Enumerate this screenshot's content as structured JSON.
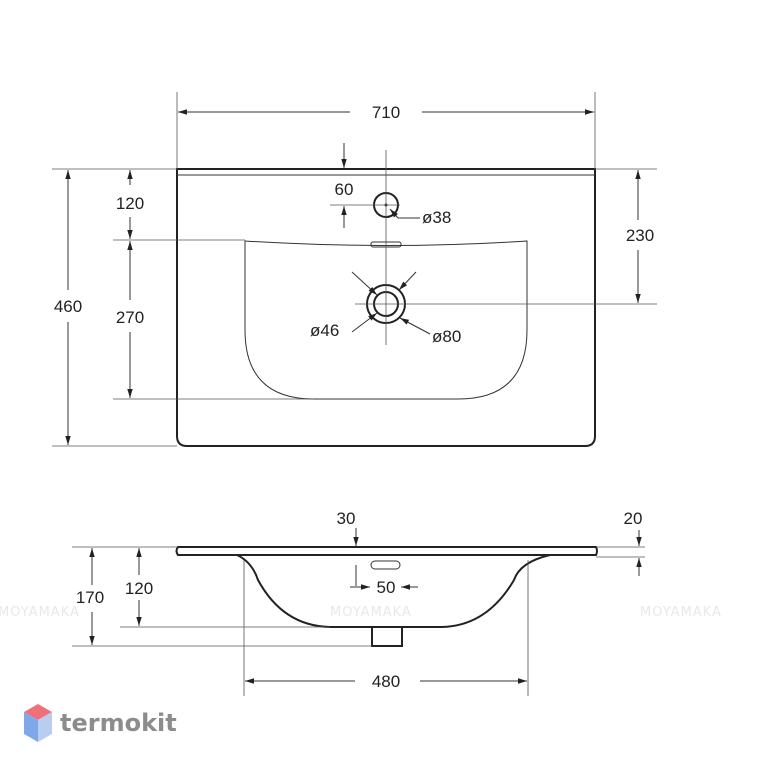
{
  "top_view": {
    "width": "710",
    "depth": "460",
    "edge_to_basin": "120",
    "basin_depth": "270",
    "edge_to_drain": "230",
    "tap_hole_offset": "60",
    "tap_hole_diameter": "ø38",
    "drain_inner_diameter": "ø46",
    "drain_outer_diameter": "ø80"
  },
  "side_view": {
    "rim_height": "30",
    "lip_height": "20",
    "total_height": "170",
    "basin_height": "120",
    "overflow_width": "50",
    "basin_width": "480"
  },
  "watermark": {
    "text": "MOYAMAKA"
  },
  "brand": {
    "name": "termokit",
    "colors": {
      "top": "#f0707a",
      "left": "#7fa8e8",
      "right": "#b9cdf0"
    }
  }
}
